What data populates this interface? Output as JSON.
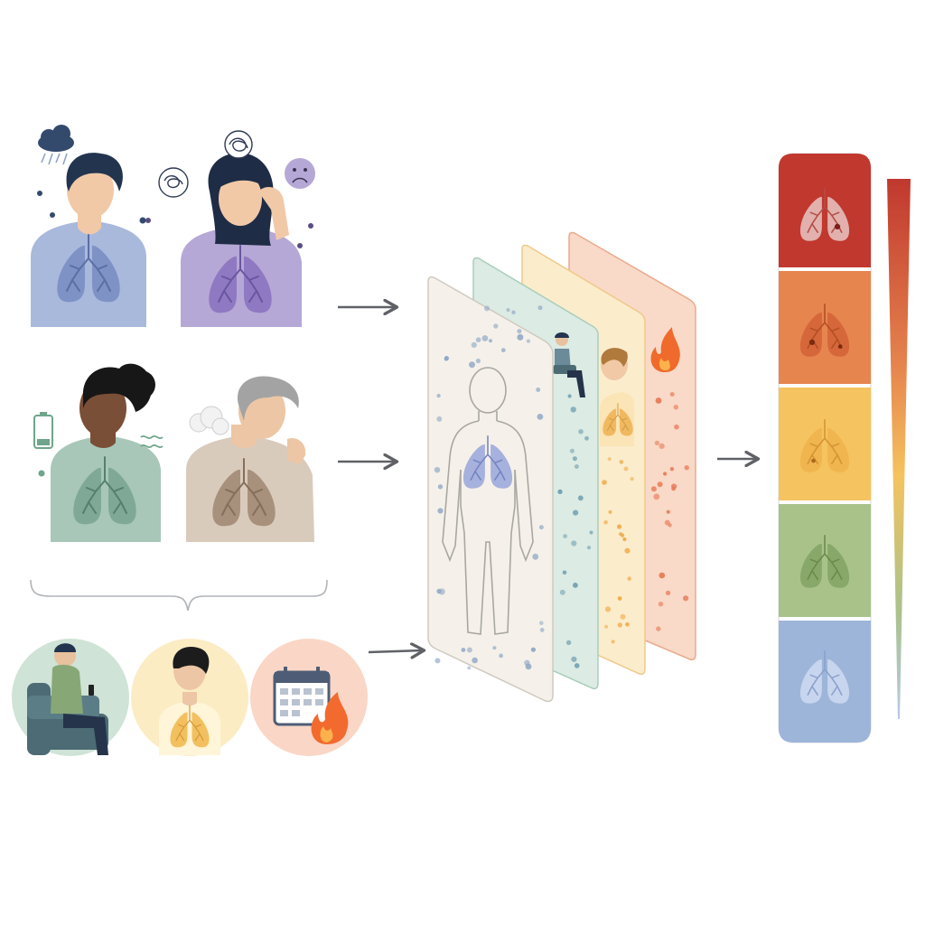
{
  "colors": {
    "background": "#ffffff",
    "arrow": "#5f6166",
    "person_blue": "#a9b9dc",
    "person_lilac": "#b6a8d6",
    "person_green": "#a8c7b8",
    "person_beige": "#d9cbbc",
    "layer_cream": "#f5f1ea",
    "layer_mint": "#dcebe3",
    "layer_yellow": "#fbeccc",
    "layer_peach": "#f9d9c8",
    "severity": [
      "#c0382e",
      "#e6854e",
      "#f5c35f",
      "#a9c28a",
      "#9db5d9"
    ],
    "gradient_top": "#c0382e",
    "gradient_bottom": "#b7c9e6"
  },
  "diagram": {
    "inputs": {
      "symptom_profiles": [
        {
          "id": "weather-sensitive",
          "shirt": "blue",
          "icons": [
            "rain-cloud-icon"
          ]
        },
        {
          "id": "stress-headache",
          "shirt": "lilac",
          "icons": [
            "scribble-thought-icon",
            "sad-face-icon"
          ]
        },
        {
          "id": "fatigue",
          "shirt": "green",
          "icons": [
            "low-battery-icon",
            "wavy-lines-icon"
          ]
        },
        {
          "id": "cough",
          "shirt": "beige",
          "icons": [
            "breath-cloud-icon"
          ]
        }
      ],
      "context_factors": [
        {
          "id": "sedentary-phone-use",
          "icon": "armchair-phone-icon"
        },
        {
          "id": "lung-scan",
          "icon": "lungs-icon"
        },
        {
          "id": "flare-up-calendar",
          "icon": "calendar-flame-icon"
        }
      ]
    },
    "data_layers": [
      "baseline-body",
      "activity",
      "physiology",
      "flare-events"
    ],
    "severity_scale": {
      "levels": 5,
      "order": "high-to-low",
      "icon": "lungs-icon"
    }
  }
}
